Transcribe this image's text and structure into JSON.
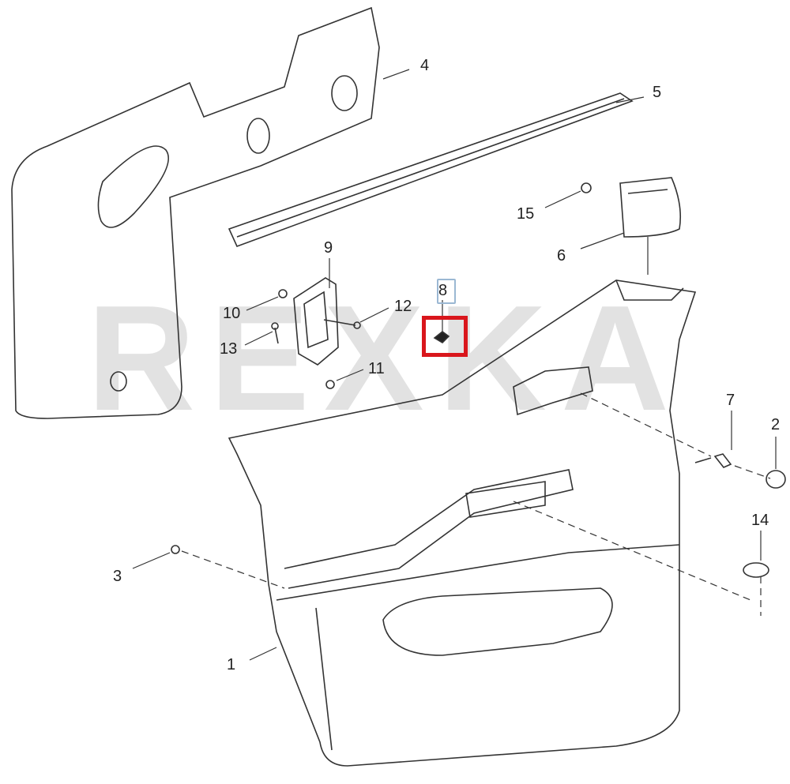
{
  "watermark": "REXKA",
  "highlight_color": "#d9161c",
  "callouts": [
    {
      "id": "1",
      "label": "1"
    },
    {
      "id": "2",
      "label": "2"
    },
    {
      "id": "3",
      "label": "3"
    },
    {
      "id": "4",
      "label": "4"
    },
    {
      "id": "5",
      "label": "5"
    },
    {
      "id": "6",
      "label": "6"
    },
    {
      "id": "7",
      "label": "7"
    },
    {
      "id": "8",
      "label": "8"
    },
    {
      "id": "9",
      "label": "9"
    },
    {
      "id": "10",
      "label": "10"
    },
    {
      "id": "11",
      "label": "11"
    },
    {
      "id": "12",
      "label": "12"
    },
    {
      "id": "13",
      "label": "13"
    },
    {
      "id": "14",
      "label": "14"
    },
    {
      "id": "15",
      "label": "15"
    }
  ],
  "highlighted_part": "8"
}
